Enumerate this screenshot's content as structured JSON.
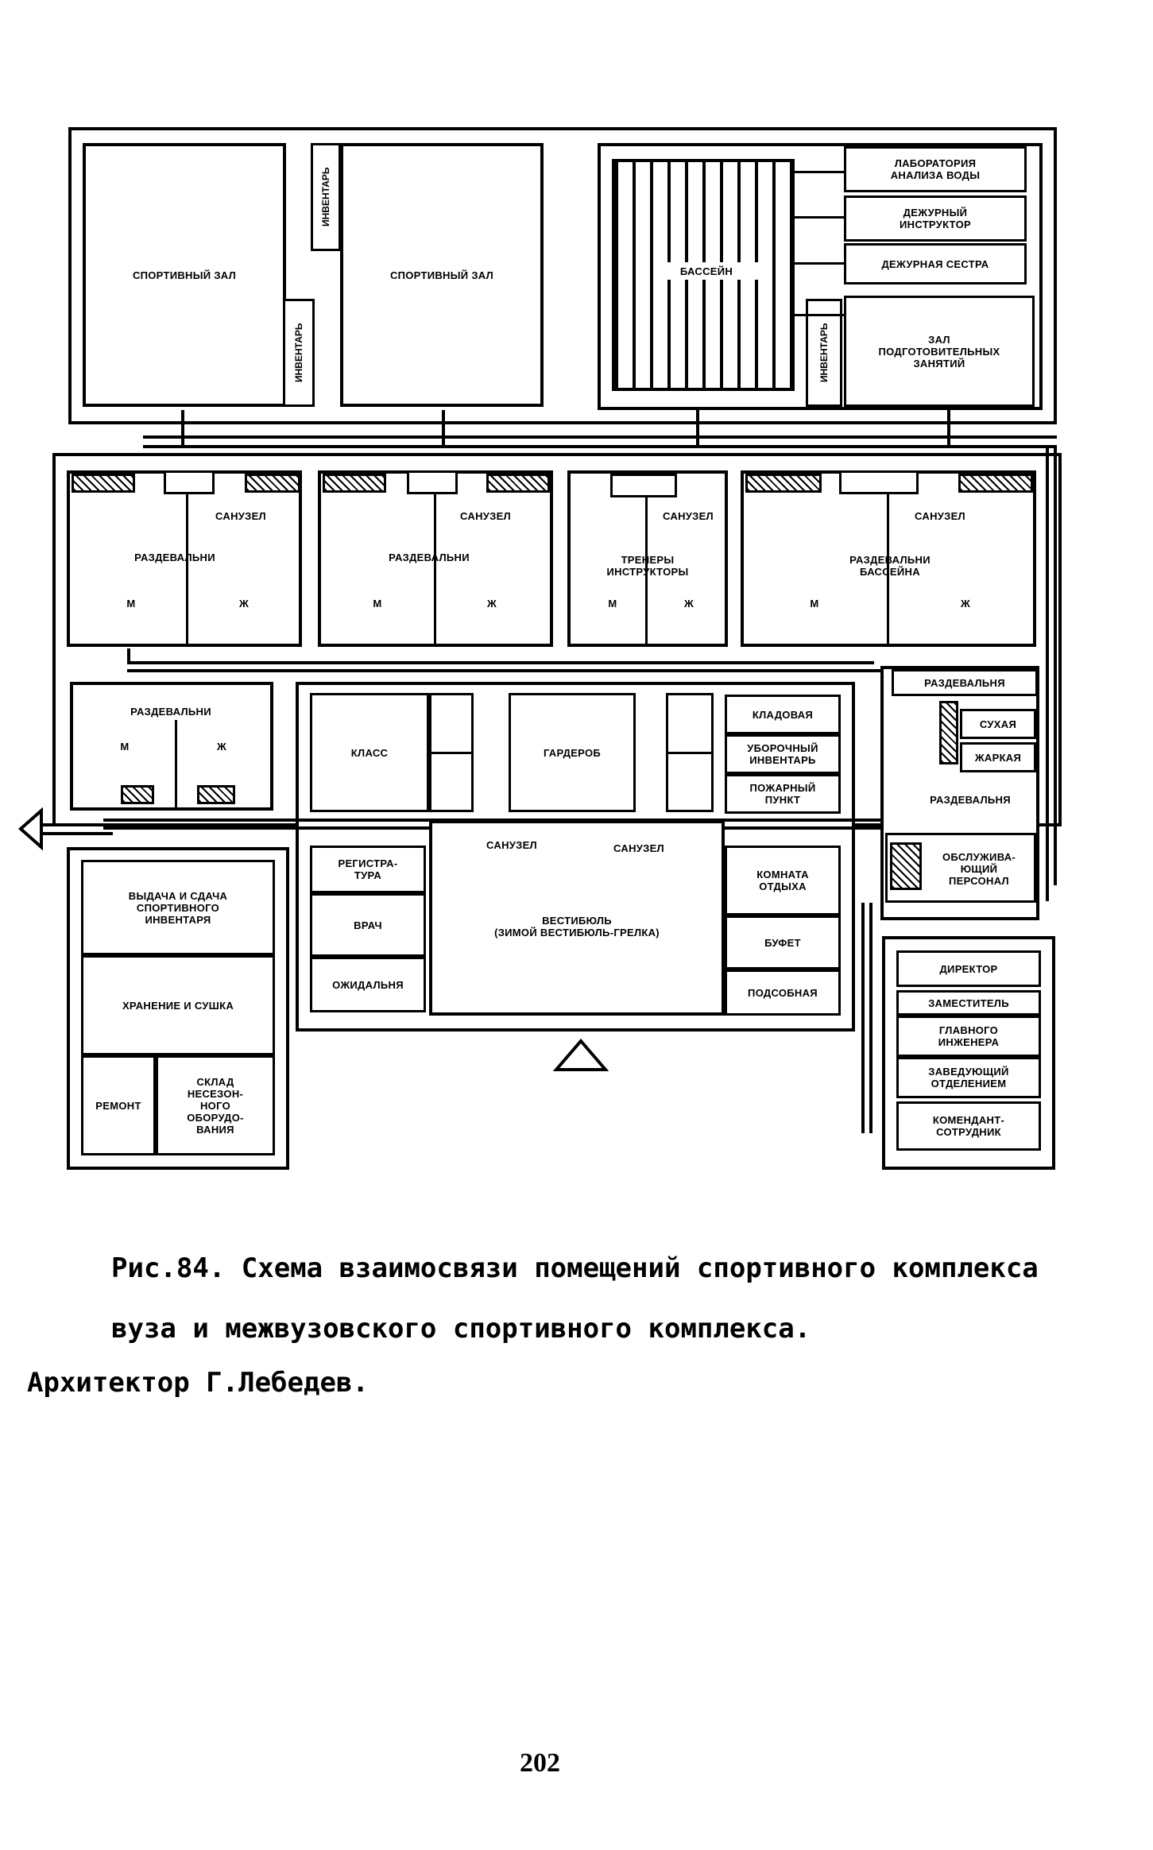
{
  "rooms": {
    "sport_hall_1": "СПОРТИВНЫЙ ЗАЛ",
    "sport_hall_2": "СПОРТИВНЫЙ ЗАЛ",
    "inventory_1": "ИНВЕНТАРЬ",
    "inventory_2": "ИНВЕНТАРЬ",
    "inventory_3": "ИНВЕНТАРЬ",
    "pool": "БАССЕЙН",
    "water_lab": "ЛАБОРАТОРИЯ\nАНАЛИЗА ВОДЫ",
    "duty_instructor": "ДЕЖУРНЫЙ\nИНСТРУКТОР",
    "duty_nurse": "ДЕЖУРНАЯ СЕСТРА",
    "prep_hall": "ЗАЛ\nПОДГОТОВИТЕЛЬНЫХ\nЗАНЯТИЙ",
    "wc_1": "САНУЗЕЛ",
    "wc_2": "САНУЗЕЛ",
    "wc_3": "САНУЗЕЛ",
    "wc_4": "САНУЗЕЛ",
    "wc_5": "САНУЗЕЛ",
    "wc_6": "САНУЗЕЛ",
    "locker_1": "РАЗДЕВАЛЬНИ",
    "locker_2": "РАЗДЕВАЛЬНИ",
    "trainers": "ТРЕНЕРЫ\nИНСТРУКТОРЫ",
    "pool_locker": "РАЗДЕВАЛЬНИ\nБАССЕЙНА",
    "locker_3": "РАЗДЕВАЛЬНИ",
    "m": "М",
    "zh": "Ж",
    "class": "КЛАСС",
    "wardrobe": "ГАРДЕРОБ",
    "storeroom": "КЛАДОВАЯ",
    "cleaning": "УБОРОЧНЫЙ\nИНВЕНТАРЬ",
    "fire_post": "ПОЖАРНЫЙ\nПУНКТ",
    "sauna_locker_top": "РАЗДЕВАЛЬНЯ",
    "sauna_dry": "СУХАЯ",
    "sauna_hot": "ЖАРКАЯ",
    "sauna_locker_bottom": "РАЗДЕВАЛЬНЯ",
    "service_staff": "ОБСЛУЖИВА-\nЮЩИЙ\nПЕРСОНАЛ",
    "equip_issue": "ВЫДАЧА И СДАЧА\nСПОРТИВНОГО\nИНВЕНТАРЯ",
    "storage_drying": "ХРАНЕНИЕ И СУШКА",
    "repair": "РЕМОНТ",
    "offseason": "СКЛАД\nНЕСЕЗОН-\nНОГО\nОБОРУДО-\nВАНИЯ",
    "registry": "РЕГИСТРА-\nТУРА",
    "doctor": "ВРАЧ",
    "waiting": "ОЖИДАЛЬНЯ",
    "lobby": "ВЕСТИБЮЛЬ\n(ЗИМОЙ ВЕСТИБЮЛЬ-ГРЕЛКА)",
    "rest_room": "КОМНАТА\nОТДЫХА",
    "buffet": "БУФЕТ",
    "utility": "ПОДСОБНАЯ",
    "director": "ДИРЕКТОР",
    "deputy": "ЗАМЕСТИТЕЛЬ",
    "chief_engineer": "ГЛАВНОГО\nИНЖЕНЕРА",
    "dept_head": "ЗАВЕДУЮЩИЙ\nОТДЕЛЕНИЕМ",
    "commandant": "КОМЕНДАНТ-\nСОТРУДНИК"
  },
  "caption": {
    "line1": "Рис.84. Схема взаимосвязи помещений спортивного комплекса",
    "line2": "вуза и межвузовского спортивного комплекса.",
    "line3": "Архитектор Г.Лебедев."
  },
  "page_number": "202"
}
